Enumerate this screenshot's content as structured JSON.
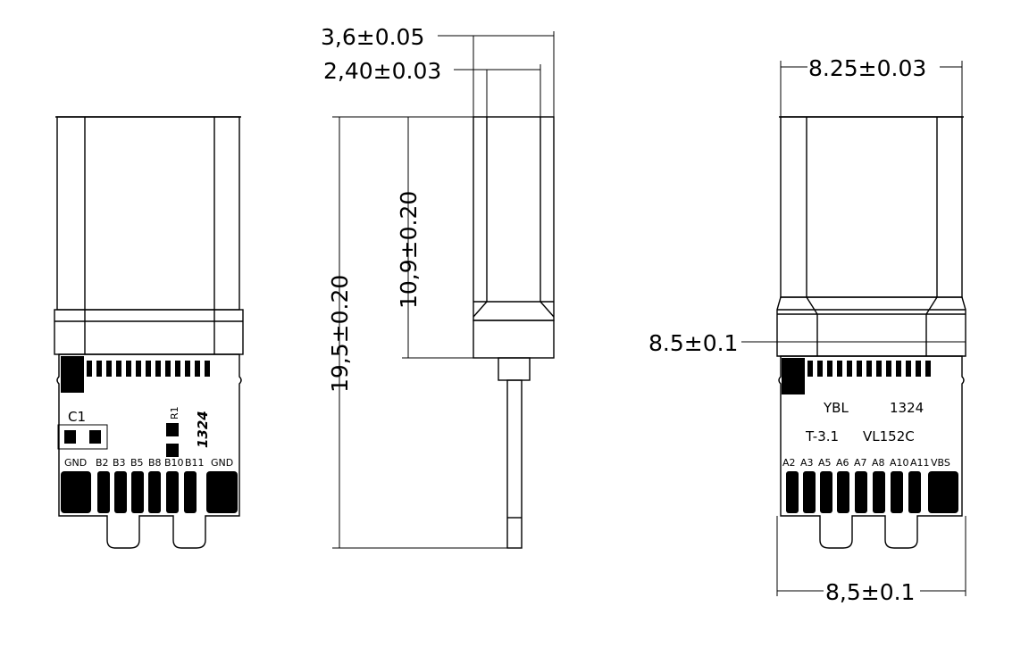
{
  "dimensions": {
    "width_outer": "3,6±0.05",
    "width_inner": "2,40±0.03",
    "length_total": "19,5±0.20",
    "length_shell": "10,9±0.20",
    "width_top": "8.25±0.03",
    "height_mid": "8.5±0.1",
    "width_bottom": "8,5±0.1"
  },
  "left_view": {
    "cap_label": "C1",
    "res_label": "R1",
    "code": "1324",
    "pins": [
      "GND",
      "B2",
      "B3",
      "B5",
      "B8",
      "B10",
      "B11",
      "GND"
    ]
  },
  "right_view": {
    "brand": "YBL",
    "code": "1324",
    "model_left": "T-3.1",
    "model_right": "VL152C",
    "pins": [
      "A2",
      "A3",
      "A5",
      "A6",
      "A7",
      "A8",
      "A10",
      "A11",
      "VBS"
    ]
  }
}
